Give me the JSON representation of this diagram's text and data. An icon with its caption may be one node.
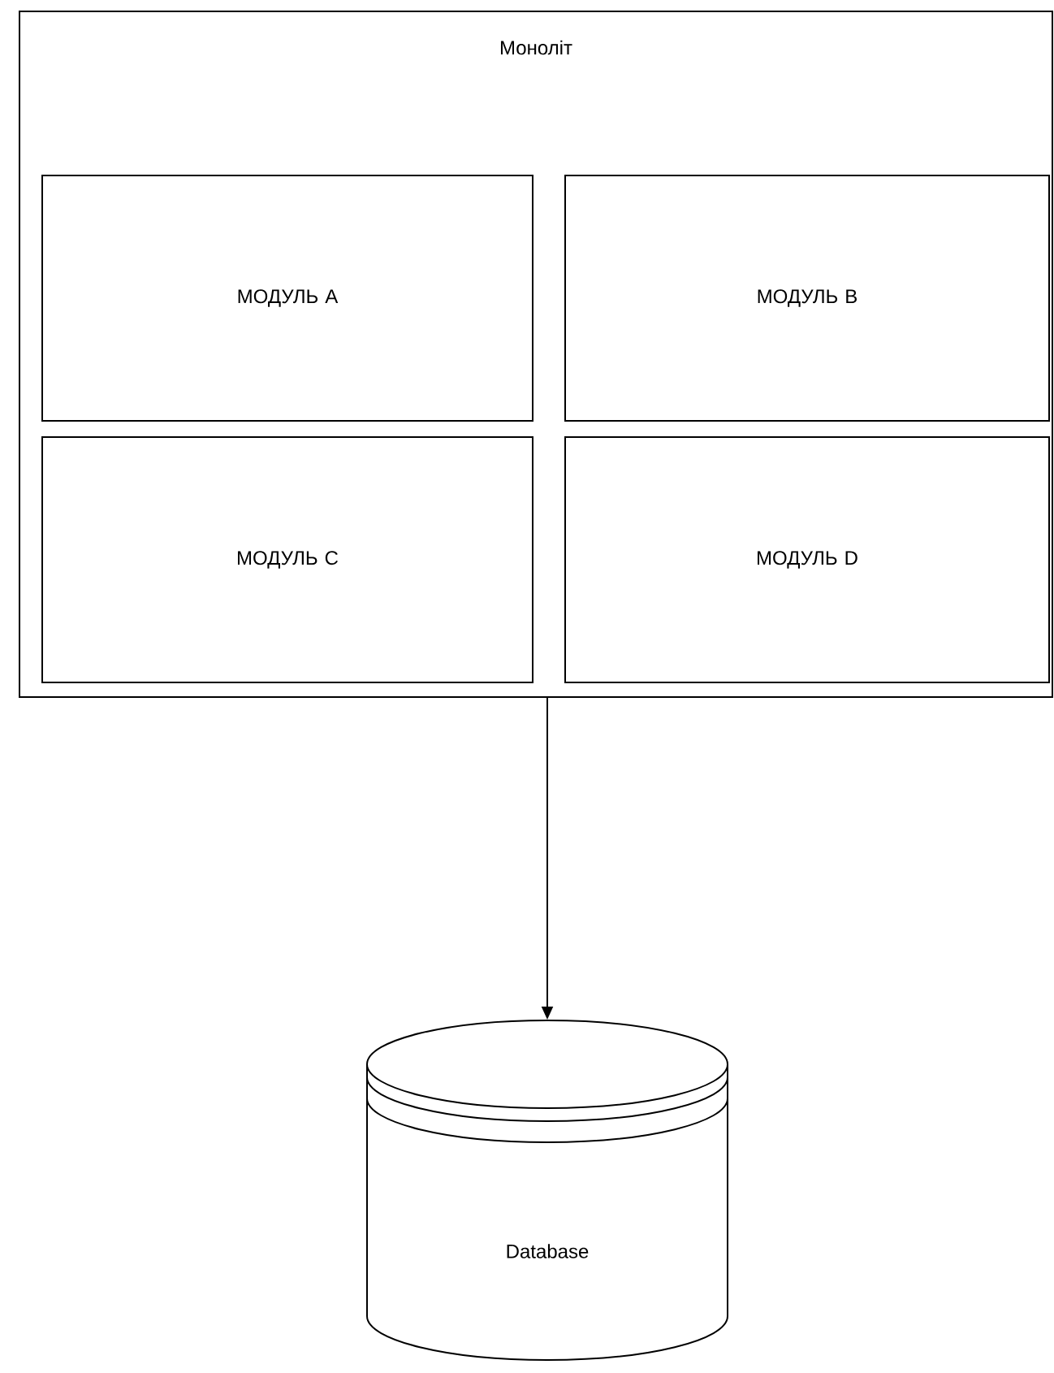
{
  "diagram": {
    "nodes": [
      {
        "text": [
          "Моноліт"
        ]
      },
      {
        "text": [
          "МОДУЛЬ A"
        ],
        "in": 0
      },
      {
        "text": [
          "МОДУЛЬ B"
        ],
        "in": 0
      },
      {
        "text": [
          "МОДУЛЬ C"
        ],
        "in": 0
      },
      {
        "text": [
          "МОДУЛЬ D"
        ],
        "in": 0
      },
      {
        "text": [
          "Database"
        ]
      }
    ],
    "edges": [
      {
        "from": 0,
        "to": 5,
        "arrow": "to"
      }
    ]
  }
}
